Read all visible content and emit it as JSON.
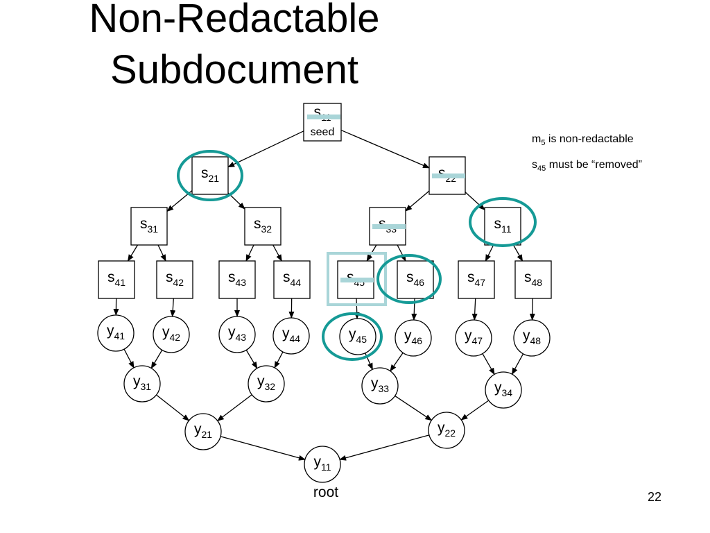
{
  "title": [
    "Non-Redactable",
    "Subdocument"
  ],
  "notes": [
    {
      "base": "m",
      "sub": "5",
      "text": " is non-redactable"
    },
    {
      "base": "s",
      "sub": "45",
      "text": " must be “removed”"
    }
  ],
  "root_label": "root",
  "seed_label": "seed",
  "page_number": "22",
  "colors": {
    "circle_highlight": "#159a96",
    "strike_bar": "#a9d5d8",
    "light_box": "#a9d5d8",
    "line": "#000000"
  },
  "nodes": [
    {
      "id": "s11_top",
      "shape": "box",
      "base": "s",
      "sub": "11"
    },
    {
      "id": "s21",
      "shape": "box",
      "base": "s",
      "sub": "21"
    },
    {
      "id": "s22",
      "shape": "box",
      "base": "s",
      "sub": "22"
    },
    {
      "id": "s31",
      "shape": "box",
      "base": "s",
      "sub": "31"
    },
    {
      "id": "s32",
      "shape": "box",
      "base": "s",
      "sub": "32"
    },
    {
      "id": "s33",
      "shape": "box",
      "base": "s",
      "sub": "33"
    },
    {
      "id": "s34",
      "shape": "box",
      "base": "s",
      "sub": "11"
    },
    {
      "id": "s41",
      "shape": "box",
      "base": "s",
      "sub": "41"
    },
    {
      "id": "s42",
      "shape": "box",
      "base": "s",
      "sub": "42"
    },
    {
      "id": "s43",
      "shape": "box",
      "base": "s",
      "sub": "43"
    },
    {
      "id": "s44",
      "shape": "box",
      "base": "s",
      "sub": "44"
    },
    {
      "id": "s45",
      "shape": "box",
      "base": "s",
      "sub": "45"
    },
    {
      "id": "s46",
      "shape": "box",
      "base": "s",
      "sub": "46"
    },
    {
      "id": "s47",
      "shape": "box",
      "base": "s",
      "sub": "47"
    },
    {
      "id": "s48",
      "shape": "box",
      "base": "s",
      "sub": "48"
    },
    {
      "id": "y41",
      "shape": "circle",
      "base": "y",
      "sub": "41"
    },
    {
      "id": "y42",
      "shape": "circle",
      "base": "y",
      "sub": "42"
    },
    {
      "id": "y43",
      "shape": "circle",
      "base": "y",
      "sub": "43"
    },
    {
      "id": "y44",
      "shape": "circle",
      "base": "y",
      "sub": "44"
    },
    {
      "id": "y45",
      "shape": "circle",
      "base": "y",
      "sub": "45"
    },
    {
      "id": "y46",
      "shape": "circle",
      "base": "y",
      "sub": "46"
    },
    {
      "id": "y47",
      "shape": "circle",
      "base": "y",
      "sub": "47"
    },
    {
      "id": "y48",
      "shape": "circle",
      "base": "y",
      "sub": "48"
    },
    {
      "id": "y31",
      "shape": "circle",
      "base": "y",
      "sub": "31"
    },
    {
      "id": "y32",
      "shape": "circle",
      "base": "y",
      "sub": "32"
    },
    {
      "id": "y33",
      "shape": "circle",
      "base": "y",
      "sub": "33"
    },
    {
      "id": "y34",
      "shape": "circle",
      "base": "y",
      "sub": "34"
    },
    {
      "id": "y21",
      "shape": "circle",
      "base": "y",
      "sub": "21"
    },
    {
      "id": "y22",
      "shape": "circle",
      "base": "y",
      "sub": "22"
    },
    {
      "id": "y11",
      "shape": "circle",
      "base": "y",
      "sub": "11"
    }
  ],
  "edges": [
    [
      "s11_top",
      "s21"
    ],
    [
      "s11_top",
      "s22"
    ],
    [
      "s21",
      "s31"
    ],
    [
      "s21",
      "s32"
    ],
    [
      "s22",
      "s33"
    ],
    [
      "s22",
      "s34"
    ],
    [
      "s31",
      "s41"
    ],
    [
      "s31",
      "s42"
    ],
    [
      "s32",
      "s43"
    ],
    [
      "s32",
      "s44"
    ],
    [
      "s33",
      "s45"
    ],
    [
      "s33",
      "s46"
    ],
    [
      "s34",
      "s47"
    ],
    [
      "s34",
      "s48"
    ],
    [
      "s41",
      "y41"
    ],
    [
      "s42",
      "y42"
    ],
    [
      "s43",
      "y43"
    ],
    [
      "s44",
      "y44"
    ],
    [
      "s45",
      "y45"
    ],
    [
      "s46",
      "y46"
    ],
    [
      "s47",
      "y47"
    ],
    [
      "s48",
      "y48"
    ],
    [
      "y41",
      "y31"
    ],
    [
      "y42",
      "y31"
    ],
    [
      "y43",
      "y32"
    ],
    [
      "y44",
      "y32"
    ],
    [
      "y45",
      "y33"
    ],
    [
      "y46",
      "y33"
    ],
    [
      "y47",
      "y34"
    ],
    [
      "y48",
      "y34"
    ],
    [
      "y31",
      "y21"
    ],
    [
      "y32",
      "y21"
    ],
    [
      "y33",
      "y22"
    ],
    [
      "y34",
      "y22"
    ],
    [
      "y21",
      "y11"
    ],
    [
      "y22",
      "y11"
    ]
  ],
  "highlight_circles": [
    "s21",
    "s34",
    "s46",
    "y45"
  ],
  "highlight_boxes": [
    "s45"
  ],
  "struck_nodes": [
    "s11_top",
    "s22",
    "s33",
    "s45"
  ]
}
